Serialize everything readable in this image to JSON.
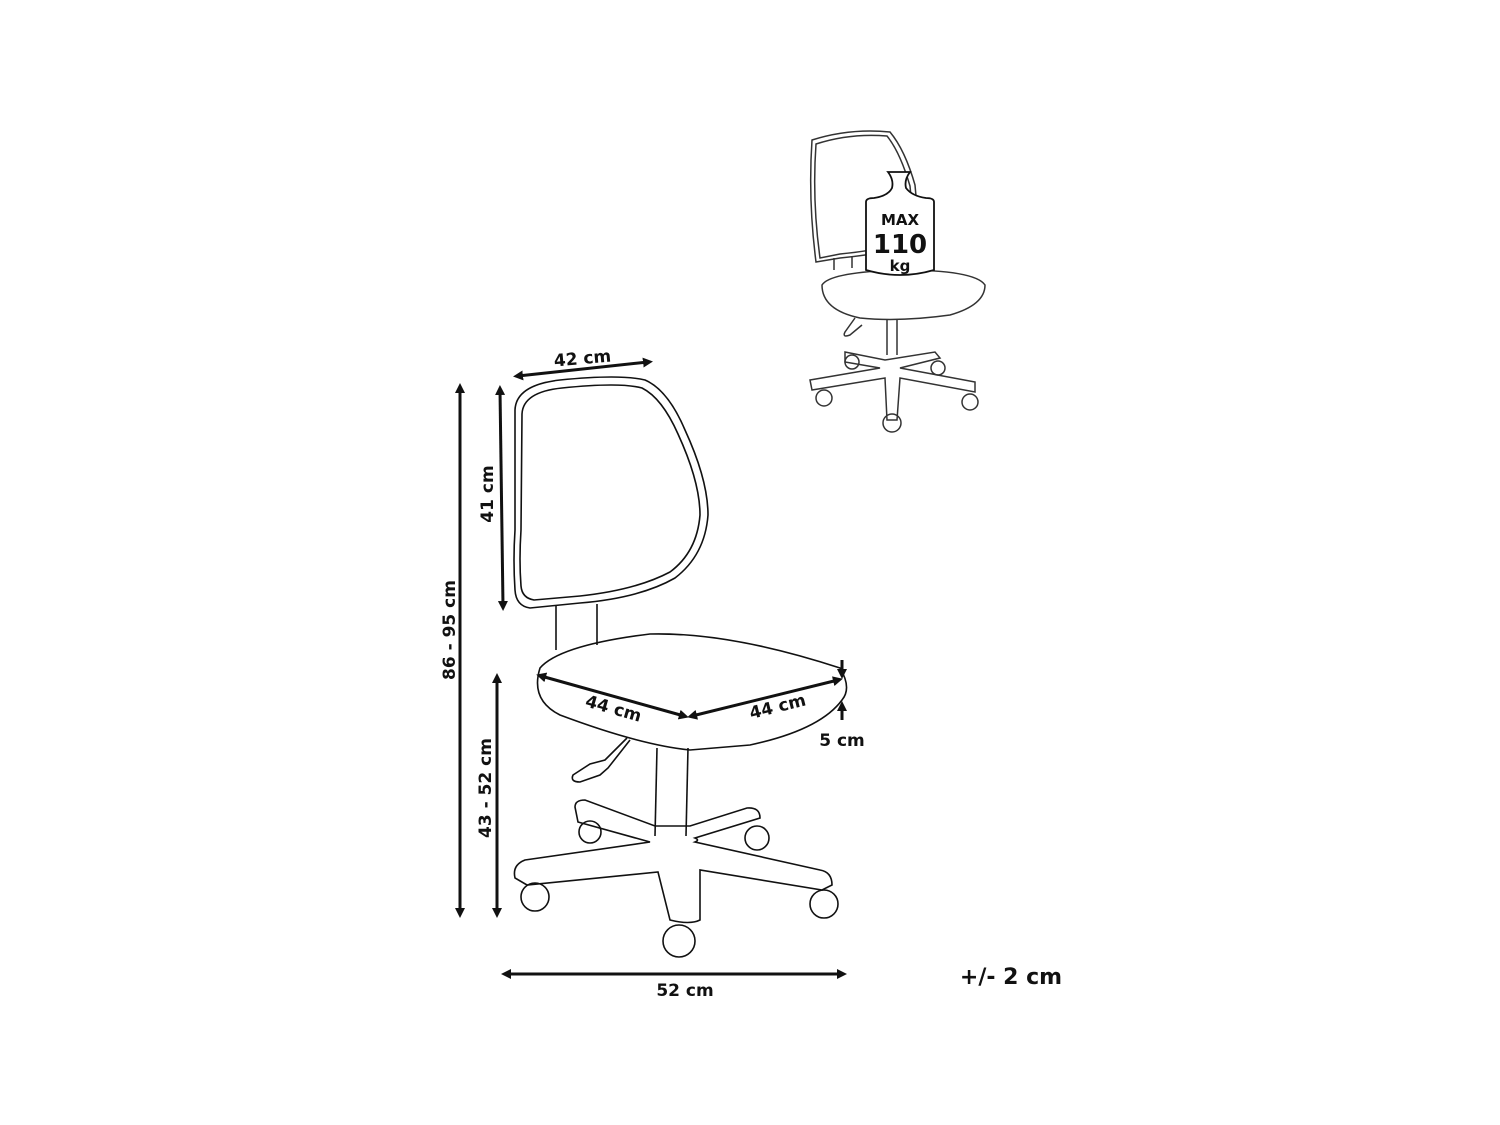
{
  "diagram": {
    "type": "product-dimensions",
    "subject": "office-chair",
    "colors": {
      "line": "#111111",
      "background": "#ffffff"
    },
    "dimensions": {
      "backrest_width": "42 cm",
      "backrest_height": "41 cm",
      "total_height": "86 - 95 cm",
      "seat_height": "43 - 52 cm",
      "seat_depth": "44 cm",
      "seat_width": "44 cm",
      "seat_thickness": "5 cm",
      "base_width": "52 cm"
    },
    "tolerance": "+/- 2 cm",
    "max_load": {
      "line1": "MAX",
      "line2": "110",
      "line3": "kg"
    }
  }
}
